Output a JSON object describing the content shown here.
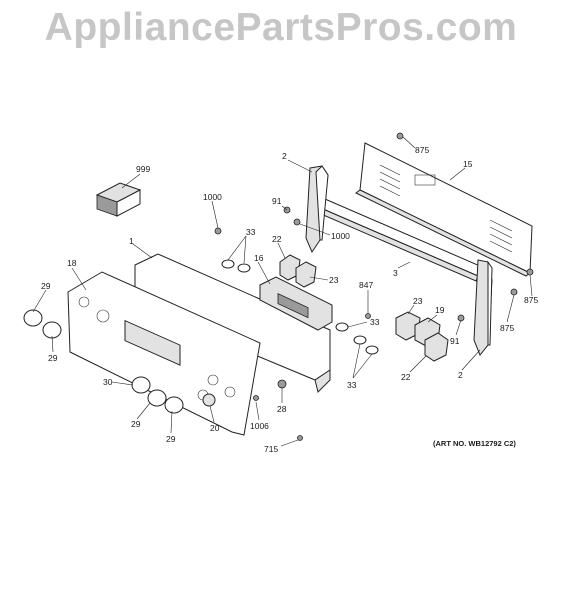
{
  "watermark": "AppliancePartsPros.com",
  "art_number": "(ART NO. WB12792 C2)",
  "callouts": {
    "c999": "999",
    "c1000a": "1000",
    "c1": "1",
    "c18": "18",
    "c29a": "29",
    "c29b": "29",
    "c29c": "29",
    "c29d": "29",
    "c30": "30",
    "c20": "20",
    "c33a": "33",
    "c33b": "33",
    "c33c": "33",
    "c16": "16",
    "c22a": "22",
    "c22b": "22",
    "c23a": "23",
    "c23b": "23",
    "c28": "28",
    "c1006": "1006",
    "c715": "715",
    "c847": "847",
    "c19": "19",
    "c91a": "91",
    "c91b": "91",
    "c1000b": "1000",
    "c2a": "2",
    "c2b": "2",
    "c3": "3",
    "c875a": "875",
    "c875b": "875",
    "c875c": "875",
    "c15": "15"
  }
}
